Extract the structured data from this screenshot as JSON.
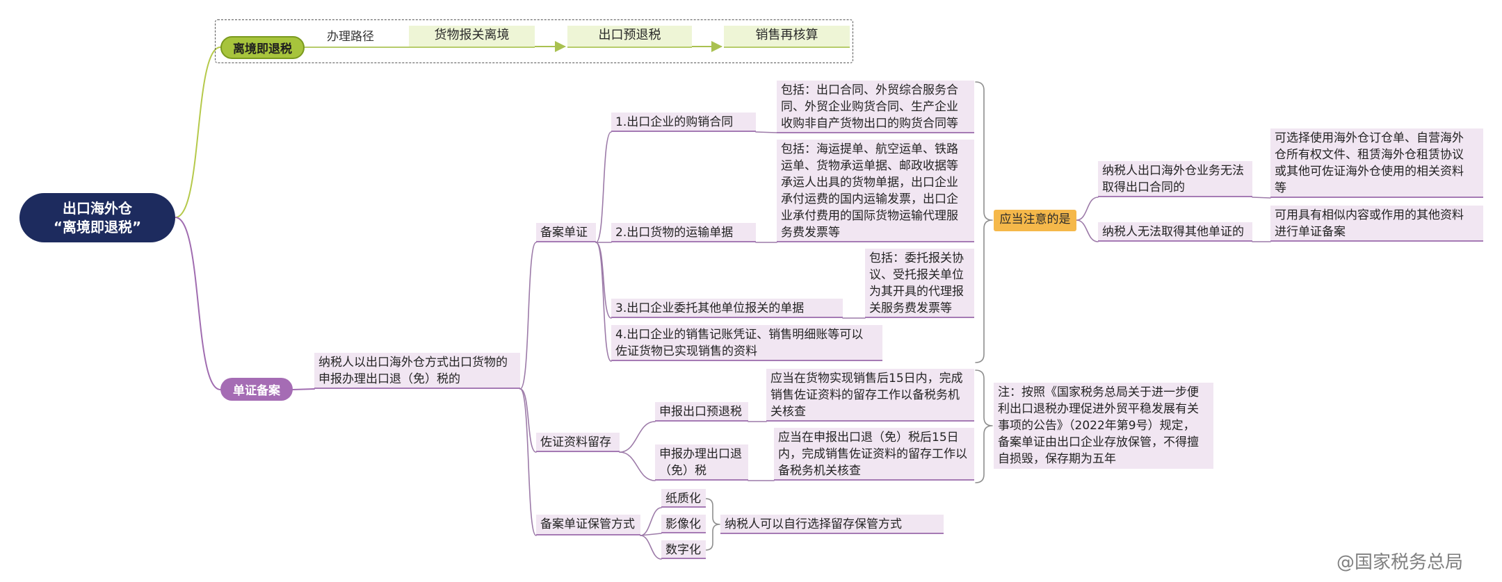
{
  "root": {
    "title": "出口海外仓\n“离境即退税”"
  },
  "branch_exit": {
    "label": "离境即退税",
    "path_label": "办理路径",
    "steps": [
      "货物报关离境",
      "出口预退税",
      "销售再核算"
    ]
  },
  "branch_docs": {
    "label": "单证备案",
    "scope": "纳税人以出口海外仓方式出口货物的\n申报办理出口退（免）税的",
    "filing": {
      "label": "备案单证",
      "items": [
        {
          "label": "1.出口企业的购销合同",
          "detail": "包括：出口合同、外贸综合服务合\n同、外贸企业购货合同、生产企业\n收购非自产货物出口的购货合同等"
        },
        {
          "label": "2.出口货物的运输单据",
          "detail": "包括：海运提单、航空运单、铁路\n运单、货物承运单据、邮政收据等\n承运人出具的货物单据，出口企业\n承付运费的国内运输发票，出口企\n业承付费用的国际货物运输代理服\n务费发票等"
        },
        {
          "label": "3.出口企业委托其他单位报关的单据",
          "detail": "包括：委托报关协\n议、受托报关单位\n为其开具的代理报\n关服务费发票等"
        },
        {
          "label": "4.出口企业的销售记账凭证、销售明细账等可以\n佐证货物已实现销售的资料"
        }
      ]
    },
    "notice": {
      "label": "应当注意的是",
      "cases": [
        {
          "label": "纳税人出口海外仓业务无法\n取得出口合同的",
          "detail": "可选择使用海外仓订仓单、自营海外\n仓所有权文件、租赁海外仓租赁协议\n或其他可佐证海外仓使用的相关资料\n等"
        },
        {
          "label": "纳税人无法取得其他单证的",
          "detail": "可用具有相似内容或作用的其他资料\n进行单证备案"
        }
      ]
    },
    "retention": {
      "label": "佐证资料留存",
      "items": [
        {
          "label": "申报出口预退税",
          "detail": "应当在货物实现销售后15日内，完成\n销售佐证资料的留存工作以备税务机\n关核查"
        },
        {
          "label": "申报办理出口退\n（免）税",
          "detail": "应当在申报出口退（免）税后15日\n内，完成销售佐证资料的留存工作以\n备税务机关核查"
        }
      ]
    },
    "note": "注：按照《国家税务总局关于进一步便\n利出口退税办理促进外贸平稳发展有关\n事项的公告》（2022年第9号）规定，\n备案单证由出口企业存放保管，不得擅\n自损毁，保存期为五年",
    "storage": {
      "label": "备案单证保管方式",
      "options": [
        "纸质化",
        "影像化",
        "数字化"
      ],
      "detail": "纳税人可以自行选择留存保管方式"
    }
  },
  "watermark": "@国家税务总局",
  "colors": {
    "root": "#1d2b5e",
    "exit_branch": "#a7c43c",
    "docs_branch": "#a56cb4",
    "notice": "#f5b84a",
    "node_fill": "#f1e6f2",
    "step_fill": "#eef5d6"
  }
}
